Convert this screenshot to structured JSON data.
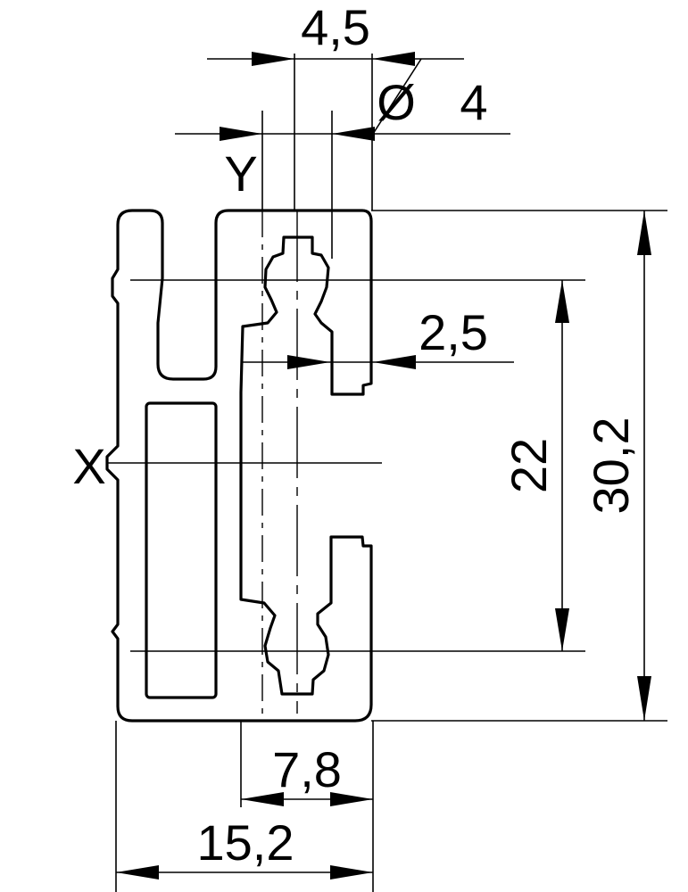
{
  "profile": {
    "dimensions": {
      "slot_width": "4,5",
      "bore_diameter": "4",
      "wall_thickness": "2,5",
      "inner_height": "22",
      "overall_height": "30,2",
      "inner_width": "7,8",
      "overall_width": "15,2"
    },
    "symbols": {
      "diameter": "Ø"
    },
    "axes": {
      "x": "X",
      "y": "Y"
    }
  }
}
